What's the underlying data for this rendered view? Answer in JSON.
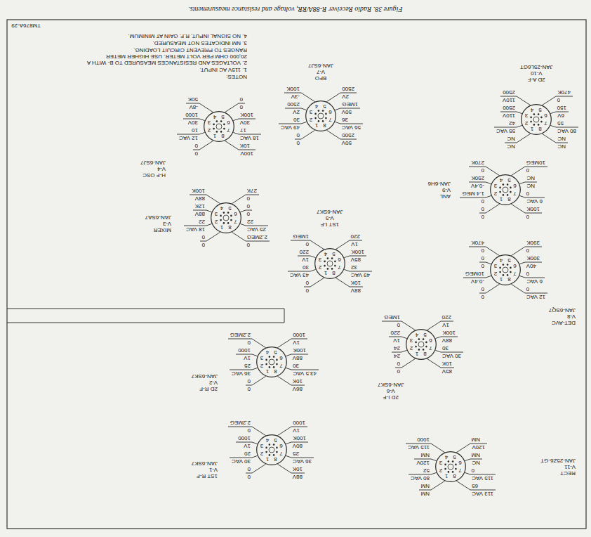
{
  "diagram": {
    "caption": "Figure 38. Radio Receiver R-88A/RR, voltage and resistance measurements.",
    "nodes": [
      {
        "text": [
          "RECT",
          "V-11",
          "JAN-25Z6-GT"
        ]
      },
      {
        "text": [
          "1ST R-F",
          "V-1",
          "JAN-6SK7"
        ]
      },
      {
        "text": [
          "2D R-F",
          "V-2",
          "JAN-6SK7"
        ]
      },
      {
        "text": [
          "2D I-F",
          "V-6",
          "JAN-6SK7"
        ]
      },
      {
        "text": [
          "DET-AVC",
          "V-8",
          "JAN-6SQ7"
        ]
      },
      {
        "text": [
          "1ST I-F",
          "V-5",
          "JAN-6SK7"
        ]
      },
      {
        "text": [
          "MIXER",
          "V-3",
          "JAN-6SA7"
        ]
      },
      {
        "text": [
          "ANL",
          "V-9",
          "JAN-6H6"
        ]
      },
      {
        "text": [
          "H-F OSC",
          "V-4",
          "JAN-6SJ7"
        ]
      },
      {
        "text": [
          "BFO",
          "V-7",
          "JAN-6SJ7"
        ]
      },
      {
        "text": [
          "2D A-F",
          "V-10",
          "JAN-25L6GT"
        ]
      }
    ],
    "labels": [
      "NM",
      "NM",
      "80 VAC",
      "52",
      "120V",
      "NM",
      "115 VAC",
      "1000",
      "120V",
      "NM",
      "NC",
      "NM",
      "115 VAC",
      "0",
      "113 VAC",
      "65",
      "1",
      "2",
      "3",
      "4",
      "5",
      "6",
      "7",
      "8",
      "0",
      "0",
      "30 VAC",
      "20",
      "1V",
      "1000",
      "0",
      "2.2MEG",
      "1V",
      "1000",
      "80V",
      "100K",
      "36 VAC",
      "25",
      "88V",
      "10K",
      "1",
      "2",
      "3",
      "4",
      "5",
      "6",
      "7",
      "8",
      "0",
      "0",
      "36 VAC",
      "25",
      "1V",
      "1000",
      "0",
      "2.2MEG",
      "1V",
      "1000",
      "88V",
      "100K",
      "43.5 VAC",
      "30",
      "86V",
      "10K",
      "1",
      "2",
      "3",
      "4",
      "5",
      "6",
      "7",
      "8",
      "0",
      "0",
      "24",
      "24",
      "1V",
      "220",
      "0",
      "1MEG",
      "1V",
      "220",
      "88V",
      "100K",
      "30 VAC",
      "30",
      "85V",
      "10K",
      "1",
      "2",
      "3",
      "4",
      "5",
      "6",
      "7",
      "8",
      "0",
      "0",
      "-0.4V",
      "10MEG",
      "0",
      "0",
      "0",
      "470K",
      "0",
      "390K",
      "40V",
      "300K",
      "6 VAC",
      "0",
      "12 VAC",
      "0",
      "1",
      "2",
      "3",
      "4",
      "5",
      "6",
      "7",
      "8",
      "0",
      "0",
      "43 VAC",
      "30",
      "1V",
      "220",
      "0",
      "1MEG",
      "1V",
      "220",
      "85V",
      "100K",
      "49 VAC",
      "32",
      "88V",
      "10K",
      "1",
      "2",
      "3",
      "4",
      "5",
      "6",
      "7",
      "8",
      "0",
      "0",
      "18 VAC",
      "22",
      "88V",
      "12K",
      "88V",
      "100K",
      "0",
      "27K",
      "0",
      "0",
      "25 VAC",
      "22",
      "0",
      "2.2MEG",
      "1",
      "2",
      "3",
      "4",
      "5",
      "6",
      "7",
      "8",
      "0",
      "0",
      "0",
      "1.4 MEG",
      "-0.4V",
      "250K",
      "0",
      "270K",
      "0",
      "10MEG",
      "NC",
      "NC",
      "6 VAC",
      "0",
      "0",
      "100K",
      "1",
      "2",
      "3",
      "4",
      "5",
      "6",
      "7",
      "8",
      "0",
      "0",
      "12 VAC",
      "10",
      "30V",
      "1000",
      "-8V",
      "50K",
      "0",
      "0",
      "30V",
      "100K",
      "18 VAC",
      "17",
      "100V",
      "10K",
      "1",
      "2",
      "3",
      "4",
      "5",
      "6",
      "7",
      "8",
      "0",
      "0",
      "49 VAC",
      "30",
      "2V",
      "2500",
      "-3V",
      "100K",
      "2V",
      "2500",
      "50V",
      "1MEG",
      "56 VAC",
      "36",
      "50V",
      "2500",
      "1",
      "2",
      "3",
      "4",
      "5",
      "6",
      "7",
      "8",
      "NC",
      "NC",
      "55 VAC",
      "42",
      "110V",
      "2500",
      "110V",
      "2500",
      "0",
      "470K",
      "6V",
      "150",
      "80 VAC",
      "55",
      "NC",
      "NC",
      "1",
      "2",
      "3",
      "4",
      "5",
      "6",
      "7",
      "8",
      "NOTES:",
      "1. 115V AC INPUT.",
      "2. VOLTAGES AND RESISTANCES MEASURED TO B- WITH A 20,000 OHM PER VOLT METER. USE HIGHER METER RANGES TO PREVENT CIRCUIT LOADING.",
      "3. NM INDICATES NOT MEASURED.",
      "4. NO SIGNAL INPUT, R.F. GAIN AT MINIMUM.",
      "TM876A-29"
    ]
  }
}
